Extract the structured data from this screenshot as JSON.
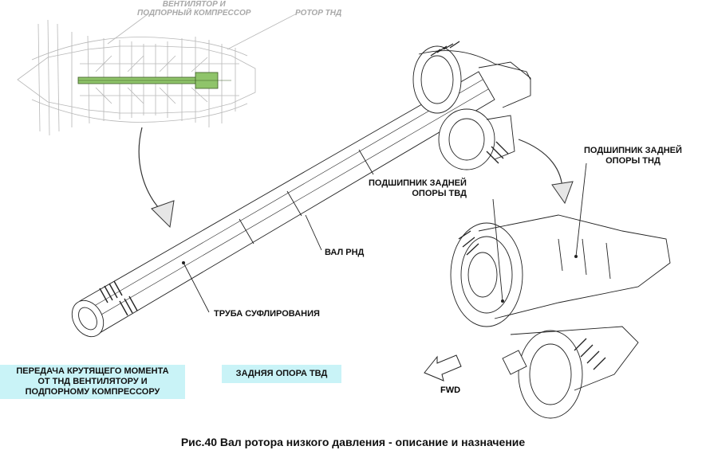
{
  "labels": {
    "fan_booster": [
      "ВЕНТИЛЯТОР И",
      "ПОДПОРНЫЙ КОМПРЕССОР"
    ],
    "lpt_rotor": "РОТОР ТНД",
    "lpt_bearing": [
      "ПОДШИПНИК ЗАДНЕЙ",
      "ОПОРЫ ТНД"
    ],
    "hpt_bearing": [
      "ПОДШИПНИК ЗАДНЕЙ",
      "ОПОРЫ ТВД"
    ],
    "lp_shaft": "ВАЛ РНД",
    "vent_tube": "ТРУБА СУФЛИРОВАНИЯ",
    "fwd": "FWD"
  },
  "boxes": {
    "torque": [
      "ПЕРЕДАЧА КРУТЯЩЕГО МОМЕНТА",
      "ОТ ТНД ВЕНТИЛЯТОРУ И",
      "ПОДПОРНОМУ КОМПРЕССОРУ"
    ],
    "rear_support": "ЗАДНЯЯ ОПОРА ТВД"
  },
  "caption": "Рис.40 Вал ротора низкого давления - описание и назначение",
  "colors": {
    "shaft_highlight": "#8fc46a",
    "box_fill": "#c9f3f7",
    "ghost_drawing": "#b8b8b8"
  }
}
